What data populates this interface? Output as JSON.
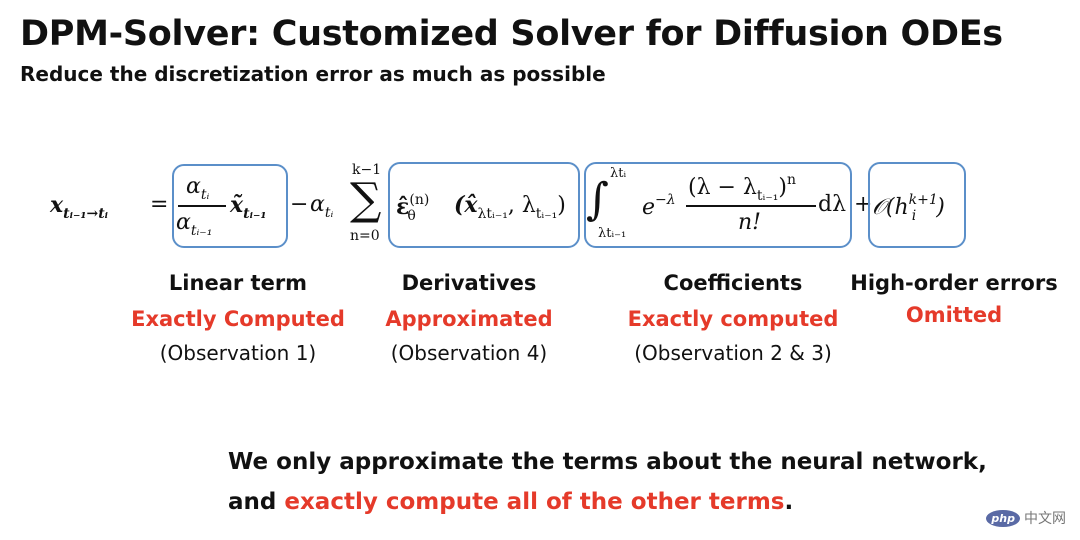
{
  "header": {
    "title": "DPM-Solver: Customized Solver for Diffusion ODEs",
    "subtitle": "Reduce the discretization error as much as possible"
  },
  "formula": {
    "lhs": "𝒙",
    "lhs_sub": "tᵢ₋₁→tᵢ",
    "equals": "=",
    "linear_num": "α",
    "linear_num_sub": "tᵢ",
    "linear_den": "α",
    "linear_den_sub": "tᵢ₋₁",
    "linear_x": "x̃",
    "linear_x_sub": "tᵢ₋₁",
    "minus": "−",
    "alpha": "α",
    "alpha_sub": "tᵢ",
    "sum_top": "k−1",
    "sum": "∑",
    "sum_bottom": "n=0",
    "deriv_text": "ε̂",
    "deriv_sup": "(n)",
    "deriv_sub": "θ",
    "deriv_args": "(x̂",
    "deriv_args_sub": "λtᵢ₋₁",
    "deriv_args2": ", λ",
    "deriv_args2_sub": "tᵢ₋₁",
    "deriv_close": ")",
    "int_sign": "∫",
    "int_top": "λtᵢ",
    "int_bottom": "λtᵢ₋₁",
    "exp_base": "e",
    "exp_sup": "−λ",
    "coef_num": "(λ − λ",
    "coef_num_sub": "tᵢ₋₁",
    "coef_num_close": ")",
    "coef_num_sup": "n",
    "coef_den": "n!",
    "dlambda": "dλ",
    "plus": "+",
    "err": "𝒪(h",
    "err_sup": "k+1",
    "err_sub": "i",
    "err_close": ")"
  },
  "labels": [
    {
      "title": "Linear term",
      "status": "Exactly Computed",
      "observation": "(Observation 1)"
    },
    {
      "title": "Derivatives",
      "status": "Approximated",
      "observation": "(Observation 4)"
    },
    {
      "title": "Coefficients",
      "status": "Exactly computed",
      "observation": "(Observation 2 & 3)"
    },
    {
      "title": "High-order errors",
      "status": "Omitted",
      "observation": ""
    }
  ],
  "bottom": {
    "line1": "We only approximate the terms about the neural network,",
    "line2_prefix": "and ",
    "line2_red": "exactly compute all of the other terms",
    "line2_suffix": "."
  },
  "watermark": {
    "badge": "php",
    "text": "中文网"
  },
  "colors": {
    "accent_red": "#e53a2a",
    "box_blue": "#5b8fc9"
  }
}
